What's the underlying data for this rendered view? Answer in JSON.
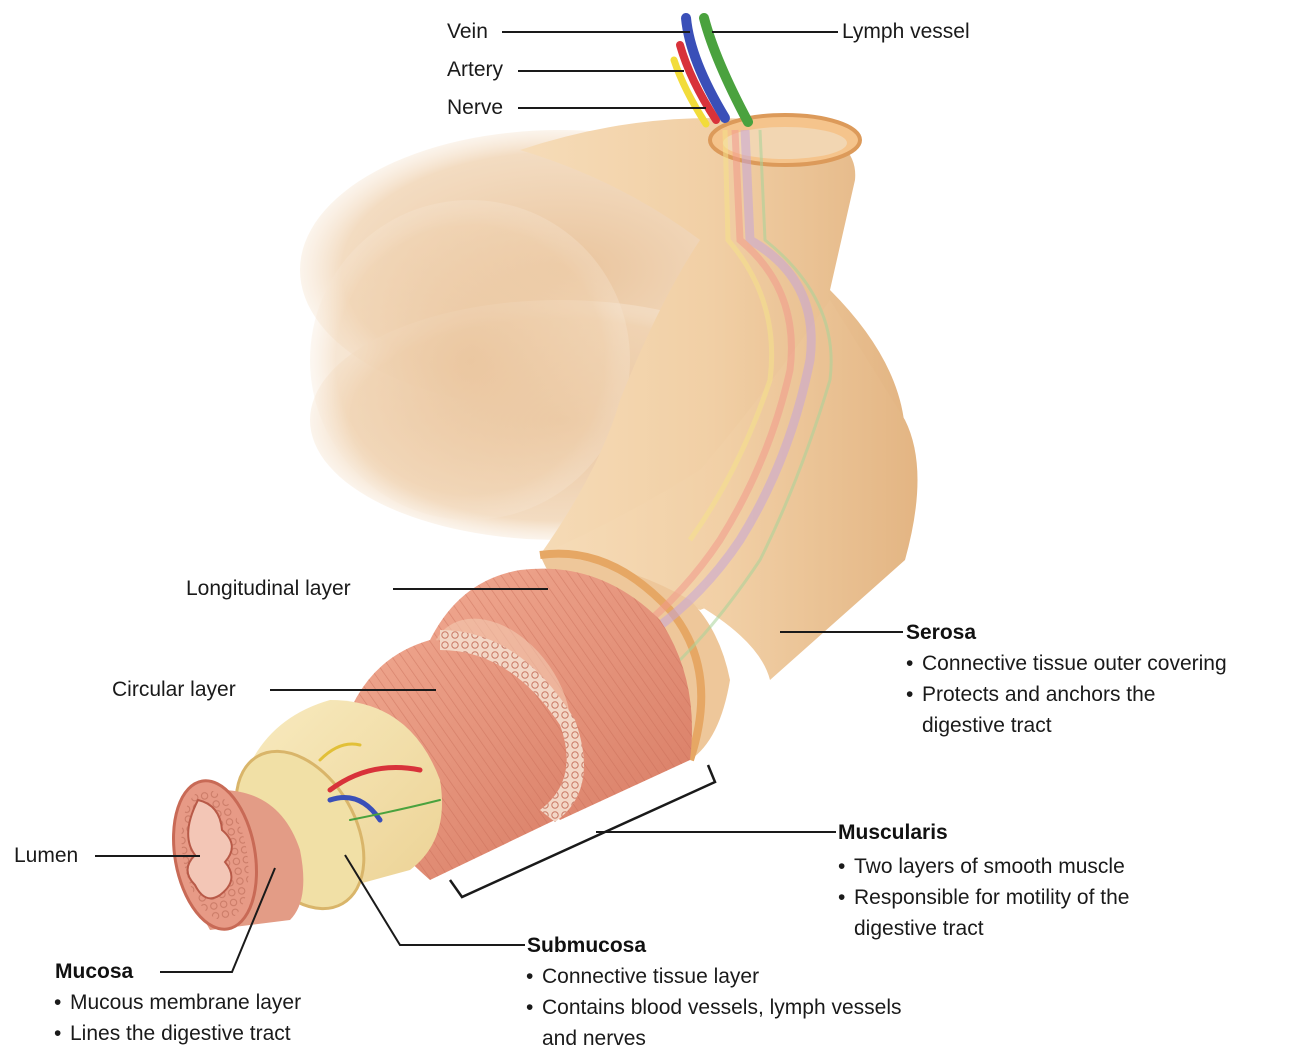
{
  "labels": {
    "vein": "Vein",
    "artery": "Artery",
    "nerve": "Nerve",
    "lymph_vessel": "Lymph vessel",
    "longitudinal_layer": "Longitudinal layer",
    "circular_layer": "Circular layer",
    "lumen": "Lumen"
  },
  "serosa": {
    "title": "Serosa",
    "bullets": [
      "Connective tissue outer covering",
      "Protects and anchors the",
      "digestive tract"
    ]
  },
  "muscularis": {
    "title": "Muscularis",
    "bullets": [
      "Two layers of smooth muscle",
      "Responsible for motility of the",
      "digestive tract"
    ]
  },
  "submucosa": {
    "title": "Submucosa",
    "bullets": [
      "Connective tissue layer",
      "Contains blood vessels, lymph vessels",
      "and nerves"
    ]
  },
  "mucosa": {
    "title": "Mucosa",
    "bullets": [
      "Mucous membrane layer",
      "Lines the digestive tract"
    ]
  },
  "colors": {
    "serosa_tissue": "#f2cfa4",
    "muscle": "#e4927c",
    "submucosa_tissue": "#f4e2ac",
    "mucosa": "#e79a86",
    "vein": "#3a4fb8",
    "artery": "#d8323a",
    "nerve": "#f2dc3a",
    "lymph": "#4aa23e"
  }
}
